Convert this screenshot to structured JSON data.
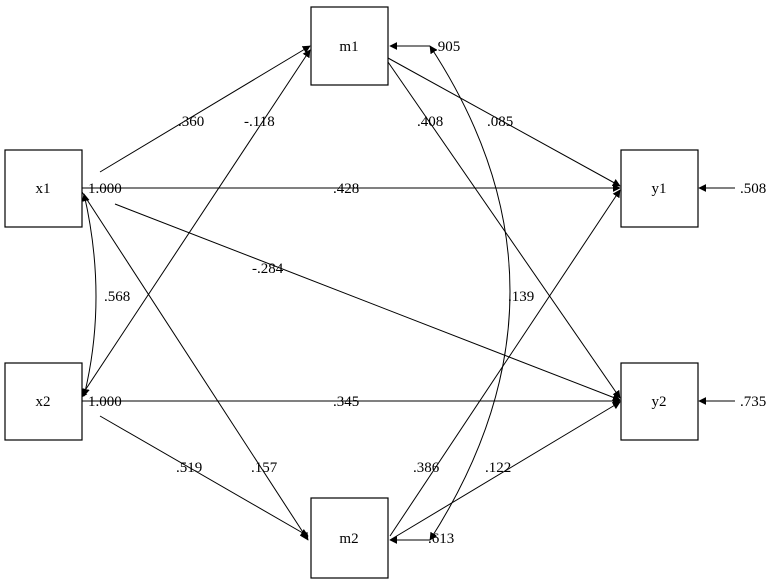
{
  "nodes": {
    "x1": "x1",
    "x2": "x2",
    "m1": "m1",
    "m2": "m2",
    "y1": "y1",
    "y2": "y2"
  },
  "variances": {
    "x1": "1.000",
    "x2": "1.000",
    "m1": ".905",
    "m2": ".613",
    "y1": ".508",
    "y2": ".735"
  },
  "paths": {
    "x1_m1": ".360",
    "x2_m1": "-.118",
    "x1_x2": ".568",
    "x1_y1": ".428",
    "x1_y2": "-.284",
    "x1_m2": ".157",
    "x2_y2": ".345",
    "x2_m2": ".519",
    "m1_y1": ".085",
    "m1_y2": ".408",
    "m2_y1": ".386",
    "m2_y2": ".122",
    "m1_m2": ".139"
  }
}
